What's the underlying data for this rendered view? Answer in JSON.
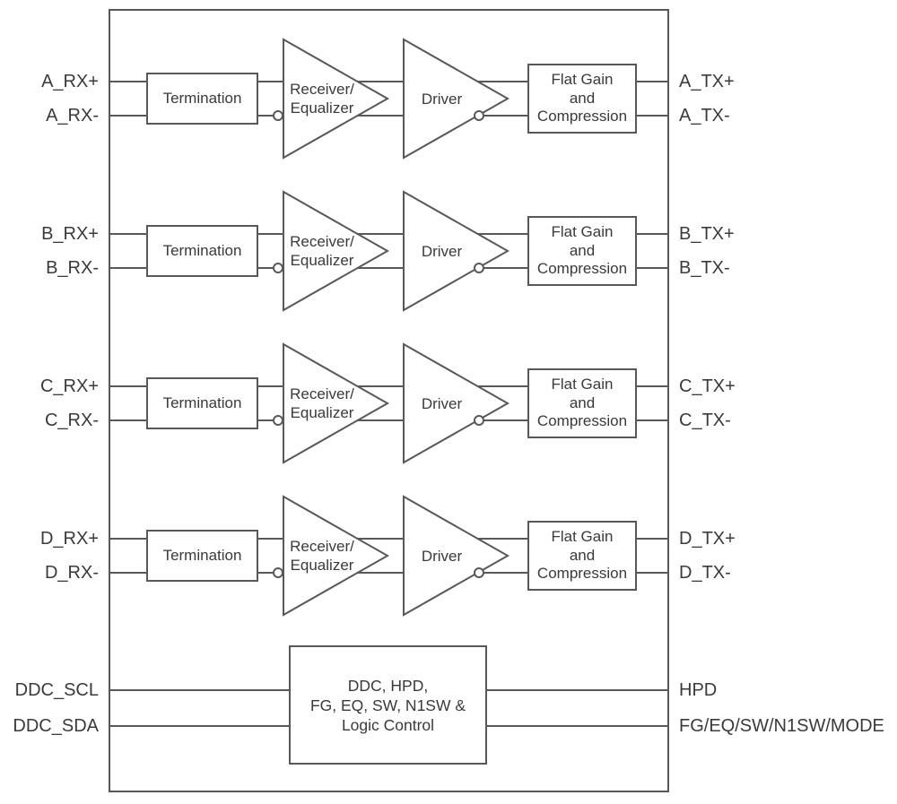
{
  "diagram": {
    "title": "Quad-channel receiver-equalizer / driver block diagram",
    "colors": {
      "background": "#ffffff",
      "line": "#58585b",
      "text": "#3a3a3c",
      "bubble_fill": "#ffffff"
    },
    "blocks": {
      "termination": "Termination",
      "receiver_line1": "Receiver/",
      "receiver_line2": "Equalizer",
      "driver": "Driver",
      "flat_gain_line1": "Flat Gain",
      "flat_gain_line2": "and",
      "flat_gain_line3": "Compression",
      "control_line1": "DDC, HPD,",
      "control_line2": "FG, EQ, SW, N1SW &",
      "control_line3": "Logic Control"
    },
    "channels": [
      {
        "id": "a",
        "rx_plus": "A_RX+",
        "rx_minus": "A_RX-",
        "tx_plus": "A_TX+",
        "tx_minus": "A_TX-"
      },
      {
        "id": "b",
        "rx_plus": "B_RX+",
        "rx_minus": "B_RX-",
        "tx_plus": "B_TX+",
        "tx_minus": "B_TX-"
      },
      {
        "id": "c",
        "rx_plus": "C_RX+",
        "rx_minus": "C_RX-",
        "tx_plus": "C_TX+",
        "tx_minus": "C_TX-"
      },
      {
        "id": "d",
        "rx_plus": "D_RX+",
        "rx_minus": "D_RX-",
        "tx_plus": "D_TX+",
        "tx_minus": "D_TX-"
      }
    ],
    "control_ports": {
      "scl": "DDC_SCL",
      "sda": "DDC_SDA",
      "hpd": "HPD",
      "mode": "FG/EQ/SW/N1SW/MODE"
    }
  }
}
